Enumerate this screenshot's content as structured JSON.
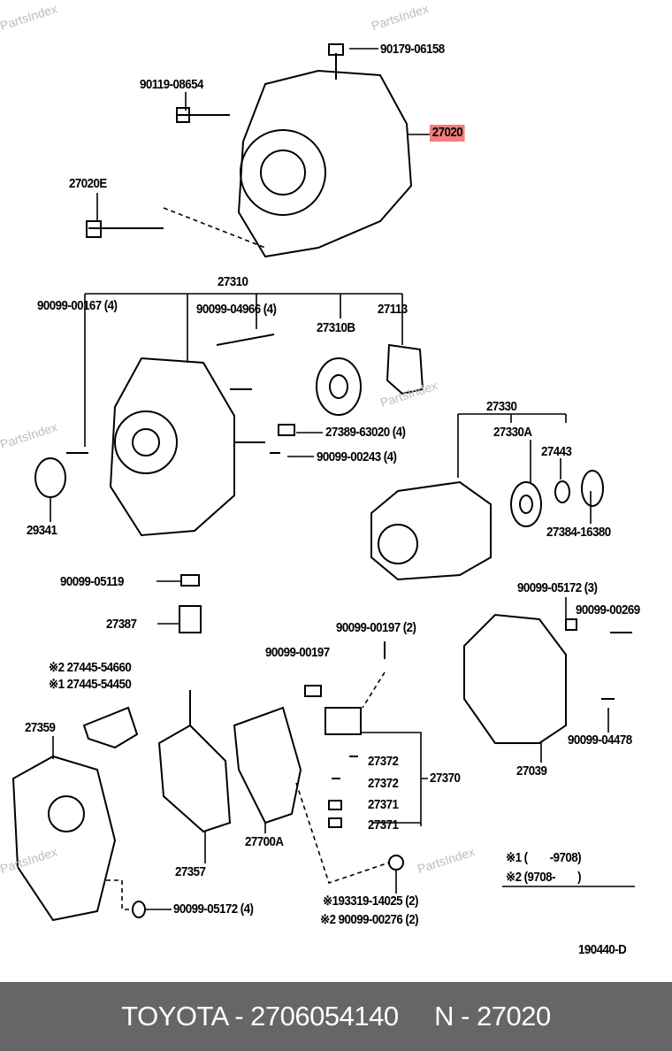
{
  "diagram": {
    "labels": [
      "90179-06158",
      "90119-08654",
      "27020",
      "27020E",
      "27310",
      "90099-00167 (4)",
      "90099-04966 (4)",
      "27113",
      "27310B",
      "27330",
      "27389-63020 (4)",
      "27330A",
      "90099-00243 (4)",
      "27443",
      "29341",
      "27384-16380",
      "90099-05119",
      "90099-05172 (3)",
      "90099-00269",
      "27387",
      "90099-00197 (2)",
      "90099-00197",
      "※2 27445-54660",
      "※1 27445-54450",
      "27359",
      "90099-04478",
      "27372",
      "27370",
      "27039",
      "27372",
      "27371",
      "27700A",
      "27371",
      "27357",
      "※1 (        -9708)",
      "※2 (9708-        )",
      "90099-05172 (4)",
      "※193319-14025 (2)",
      "※2 90099-00276 (2)",
      "190440-D"
    ],
    "highlighted_part": "27020",
    "highlight_color": "#f47c7c",
    "watermark": "PartsIndex"
  },
  "footer": {
    "text": "TOYOTA - 2706054140     N - 27020"
  }
}
